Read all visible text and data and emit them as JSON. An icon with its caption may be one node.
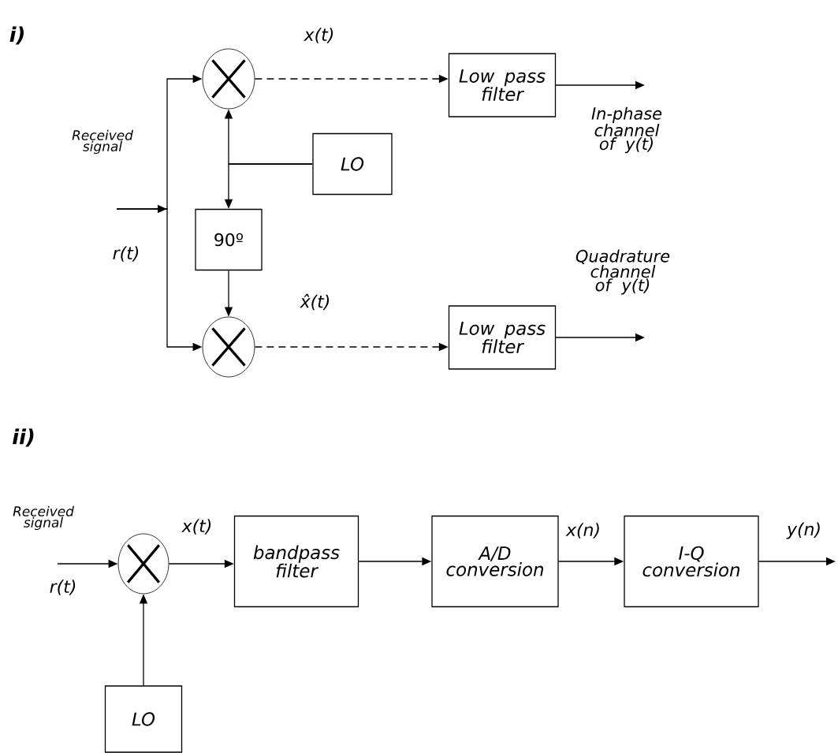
{
  "diagram": {
    "nodes": [
      {
        "text": [],
        "shape": "circle"
      },
      {
        "text": [
          "LO"
        ]
      },
      {
        "text": [
          "90º"
        ]
      },
      {
        "text": [],
        "shape": "circle"
      },
      {
        "text": [
          "Low pass filter"
        ]
      },
      {
        "text": [
          "Low pass filter"
        ]
      },
      {
        "text": [],
        "shape": "circle"
      },
      {
        "text": [
          "bandpass filter"
        ]
      },
      {
        "text": [
          "A/D conversion"
        ]
      },
      {
        "text": [
          "I-Q conversion"
        ]
      },
      {
        "text": [
          "LO"
        ]
      }
    ],
    "edges": [
      {
        "from": null,
        "to": 0,
        "arrow": "to"
      },
      {
        "from": null,
        "to": 3,
        "arrow": "to"
      },
      {
        "from": 1,
        "to": 0,
        "arrow": "to"
      },
      {
        "from": 1,
        "to": 2,
        "arrow": "to"
      },
      {
        "from": 2,
        "to": 3,
        "arrow": "to"
      },
      {
        "from": 0,
        "to": 4,
        "arrow": "to",
        "label": "x(t)",
        "style": "dashed"
      },
      {
        "from": 3,
        "to": 5,
        "arrow": "to",
        "label": "x̂(t)",
        "style": "dashed"
      },
      {
        "from": 4,
        "to": null,
        "arrow": "to"
      },
      {
        "from": 5,
        "to": null,
        "arrow": "to"
      },
      {
        "from": null,
        "to": 6,
        "arrow": "to"
      },
      {
        "from": 6,
        "to": 7,
        "arrow": "to",
        "label": "x(t)"
      },
      {
        "from": 7,
        "to": 8,
        "arrow": "to"
      },
      {
        "from": 8,
        "to": 9,
        "arrow": "to",
        "label": "x(n)"
      },
      {
        "from": 9,
        "to": null,
        "arrow": "to",
        "label": "y(n)"
      },
      {
        "from": 10,
        "to": 6,
        "arrow": "to"
      }
    ],
    "labels": [
      "i)",
      "Received signal",
      "r(t)",
      "In-phase channel of y(t)",
      "Quadrature channel of y(t)",
      "ii)",
      "Received signal",
      "r(t)"
    ]
  }
}
